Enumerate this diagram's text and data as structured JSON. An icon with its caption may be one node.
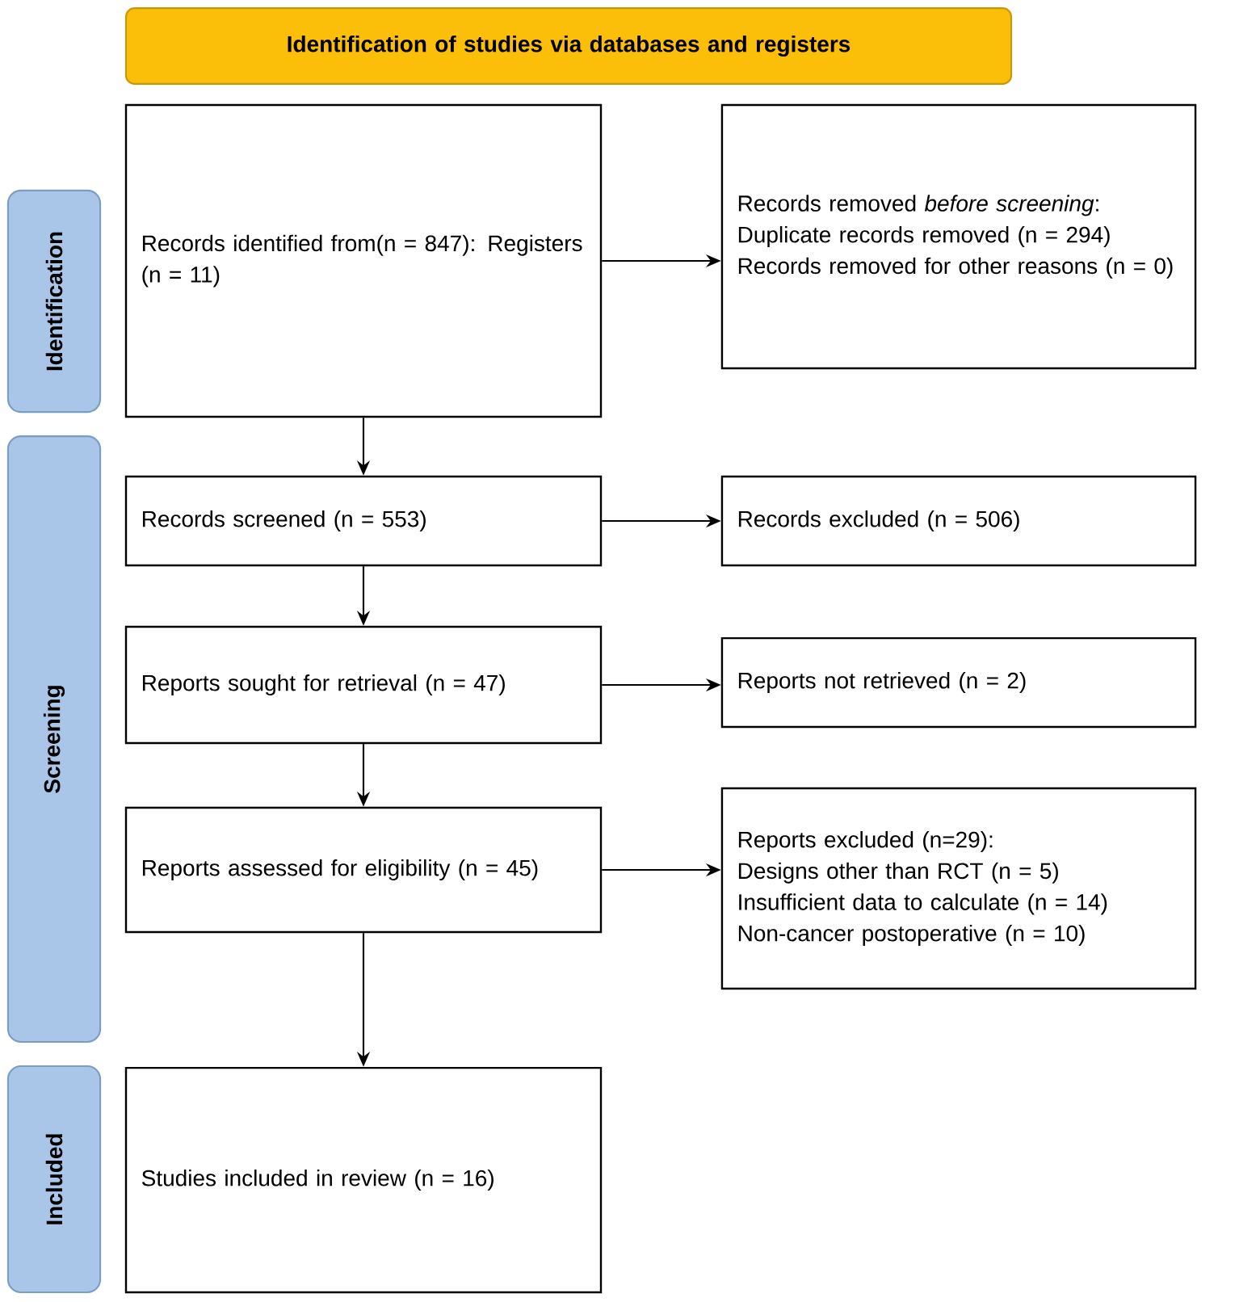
{
  "diagram": {
    "nodes": [
      {
        "text": [
          "Identification of studies via databases and registers"
        ]
      },
      {
        "text": [
          "Identification"
        ]
      },
      {
        "text": [
          "Screening"
        ]
      },
      {
        "text": [
          "Included"
        ]
      },
      {
        "text": [
          "Records identified from(n = 847): Registers (n = 11)"
        ]
      },
      {
        "text": [
          "Records removed *before screening*:",
          "Duplicate records removed (n = 294)",
          "Records removed for other reasons (n = 0)"
        ]
      },
      {
        "text": [
          "Records screened (n = 553)"
        ]
      },
      {
        "text": [
          "Records excluded (n = 506)"
        ]
      },
      {
        "text": [
          "Reports sought for retrieval (n = 47)"
        ]
      },
      {
        "text": [
          "Reports not retrieved (n = 2)"
        ]
      },
      {
        "text": [
          "Reports assessed for eligibility (n = 45)"
        ]
      },
      {
        "text": [
          "Reports excluded (n=29):",
          "Designs other than RCT (n = 5)",
          "Insufficient data to calculate (n = 14)",
          "Non-cancer postoperative (n = 10)"
        ]
      },
      {
        "text": [
          "Studies included in review (n = 16)"
        ]
      }
    ],
    "edges": [
      {
        "from": 4,
        "to": 5,
        "arrow": "to"
      },
      {
        "from": 4,
        "to": 6,
        "arrow": "to"
      },
      {
        "from": 6,
        "to": 7,
        "arrow": "to"
      },
      {
        "from": 6,
        "to": 8,
        "arrow": "to"
      },
      {
        "from": 8,
        "to": 9,
        "arrow": "to"
      },
      {
        "from": 8,
        "to": 10,
        "arrow": "to"
      },
      {
        "from": 10,
        "to": 11,
        "arrow": "to"
      },
      {
        "from": 10,
        "to": 12,
        "arrow": "to"
      }
    ]
  }
}
